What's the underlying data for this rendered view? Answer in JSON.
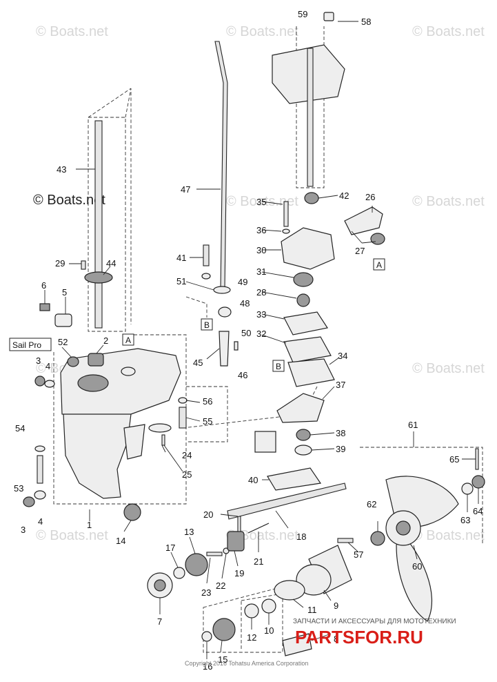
{
  "watermarks": {
    "light": "© Boats.net",
    "dark": "© Boats.net"
  },
  "callouts": {
    "A": "A",
    "B": "B",
    "sail_pro": "Sail Pro"
  },
  "part_numbers": {
    "n1": "1",
    "n2": "2",
    "n3a": "3",
    "n3b": "3",
    "n4a": "4",
    "n4b": "4",
    "n5": "5",
    "n6": "6",
    "n7": "7",
    "n8": "8",
    "n9": "9",
    "n10": "10",
    "n11": "11",
    "n12": "12",
    "n13": "13",
    "n14": "14",
    "n15": "15",
    "n16": "16",
    "n17": "17",
    "n18": "18",
    "n19": "19",
    "n20": "20",
    "n21": "21",
    "n22": "22",
    "n23": "23",
    "n24": "24",
    "n25": "25",
    "n26": "26",
    "n27": "27",
    "n28": "28",
    "n29": "29",
    "n30": "30",
    "n31": "31",
    "n32": "32",
    "n33": "33",
    "n34": "34",
    "n35": "35",
    "n36": "36",
    "n37": "37",
    "n38": "38",
    "n39": "39",
    "n40": "40",
    "n41": "41",
    "n42": "42",
    "n43": "43",
    "n44": "44",
    "n45": "45",
    "n46": "46",
    "n47": "47",
    "n48": "48",
    "n49": "49",
    "n50": "50",
    "n51": "51",
    "n52": "52",
    "n53": "53",
    "n54": "54",
    "n55": "55",
    "n56": "56",
    "n57": "57",
    "n58": "58",
    "n59": "59",
    "n60": "60",
    "n61": "61",
    "n62": "62",
    "n63": "63",
    "n64": "64",
    "n65": "65"
  },
  "footer": {
    "copyright": "Copyright 2016 Tohatsu America Corporation",
    "brand_tagline": "ЗАПЧАСТИ И АКСЕССУАРЫ ДЛЯ МОТОТЕХНИКИ",
    "brand_name": "PARTSFOR.RU"
  }
}
